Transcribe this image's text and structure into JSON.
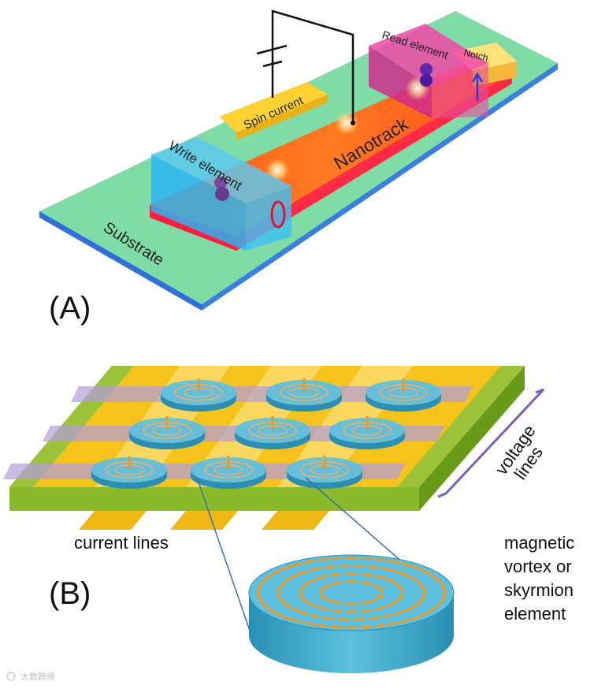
{
  "panel_a": {
    "label": "(A)",
    "substrate": "Substrate",
    "nanotrack": "Nanotrack",
    "write_element": "Write element",
    "read_element": "Read element",
    "notch": "Notch",
    "spin_current": "Spin current",
    "bit_zero": "0",
    "bit_one": "1"
  },
  "panel_b": {
    "label": "(B)",
    "current_lines": "current lines",
    "voltage_lines_1": "voltage",
    "voltage_lines_2": "lines",
    "magnetic_1": "magnetic",
    "magnetic_2": "vortex or",
    "magnetic_3": "skyrmion",
    "magnetic_4": "element"
  },
  "watermark": "大数跨境",
  "colors": {
    "substrate": "#7fdca6",
    "substrate_edge": "#2f6fd6",
    "nanotrack": "#ff6a1a",
    "nanotrack_edge": "#ff1e3c",
    "write_box": "#29b6f6",
    "read_box": "#e0309a",
    "spin_current_pad": "#ffd233",
    "current_line": "#f6c21c",
    "voltage_line": "#b39ddb",
    "disc": "#3fa7c9",
    "arrow": "#e89a2b"
  }
}
